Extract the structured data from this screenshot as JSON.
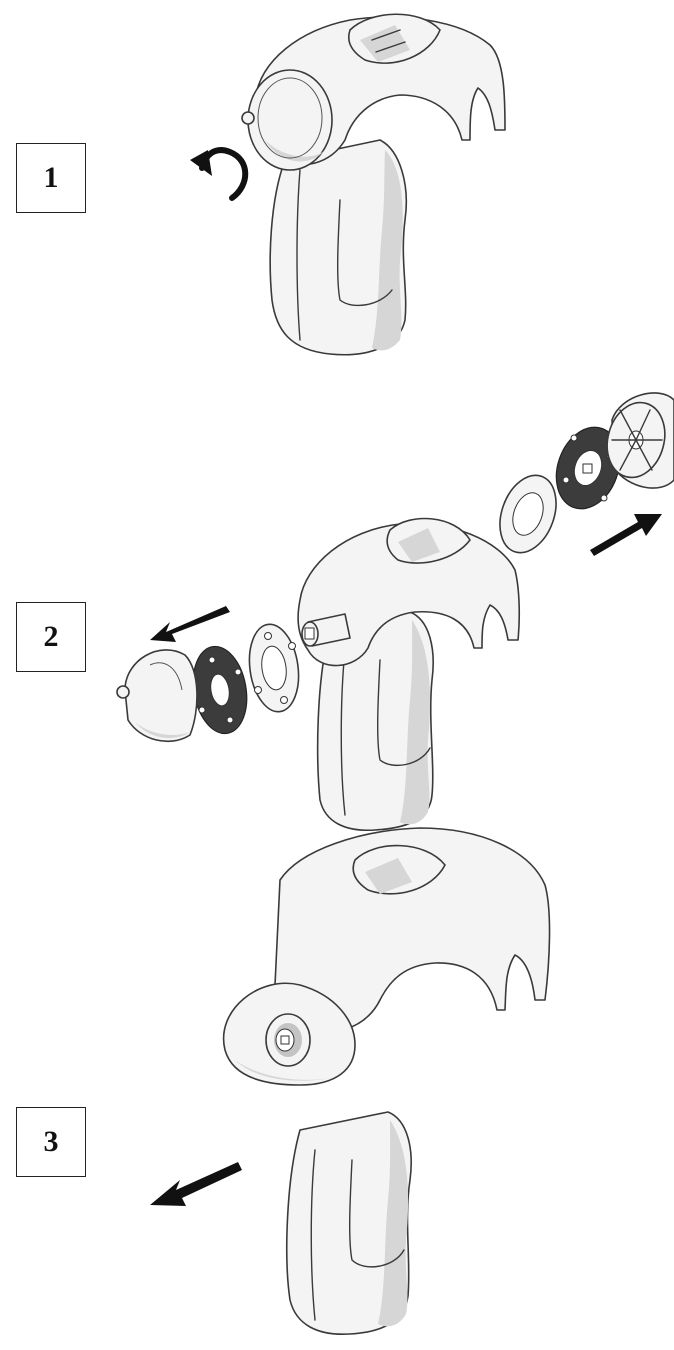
{
  "steps": [
    {
      "label": "1"
    },
    {
      "label": "2"
    },
    {
      "label": "3"
    }
  ],
  "icons": {
    "rotate": "rotate-counterclockwise-arrow",
    "pull_left": "arrow-left-down",
    "pull_right": "arrow-right-up"
  },
  "colors": {
    "part_fill": "#f4f4f4",
    "outline": "#3a3a3a",
    "shade": "#d6d6d6",
    "gasket_dark": "#3c3c3c",
    "arrow": "#111111"
  }
}
